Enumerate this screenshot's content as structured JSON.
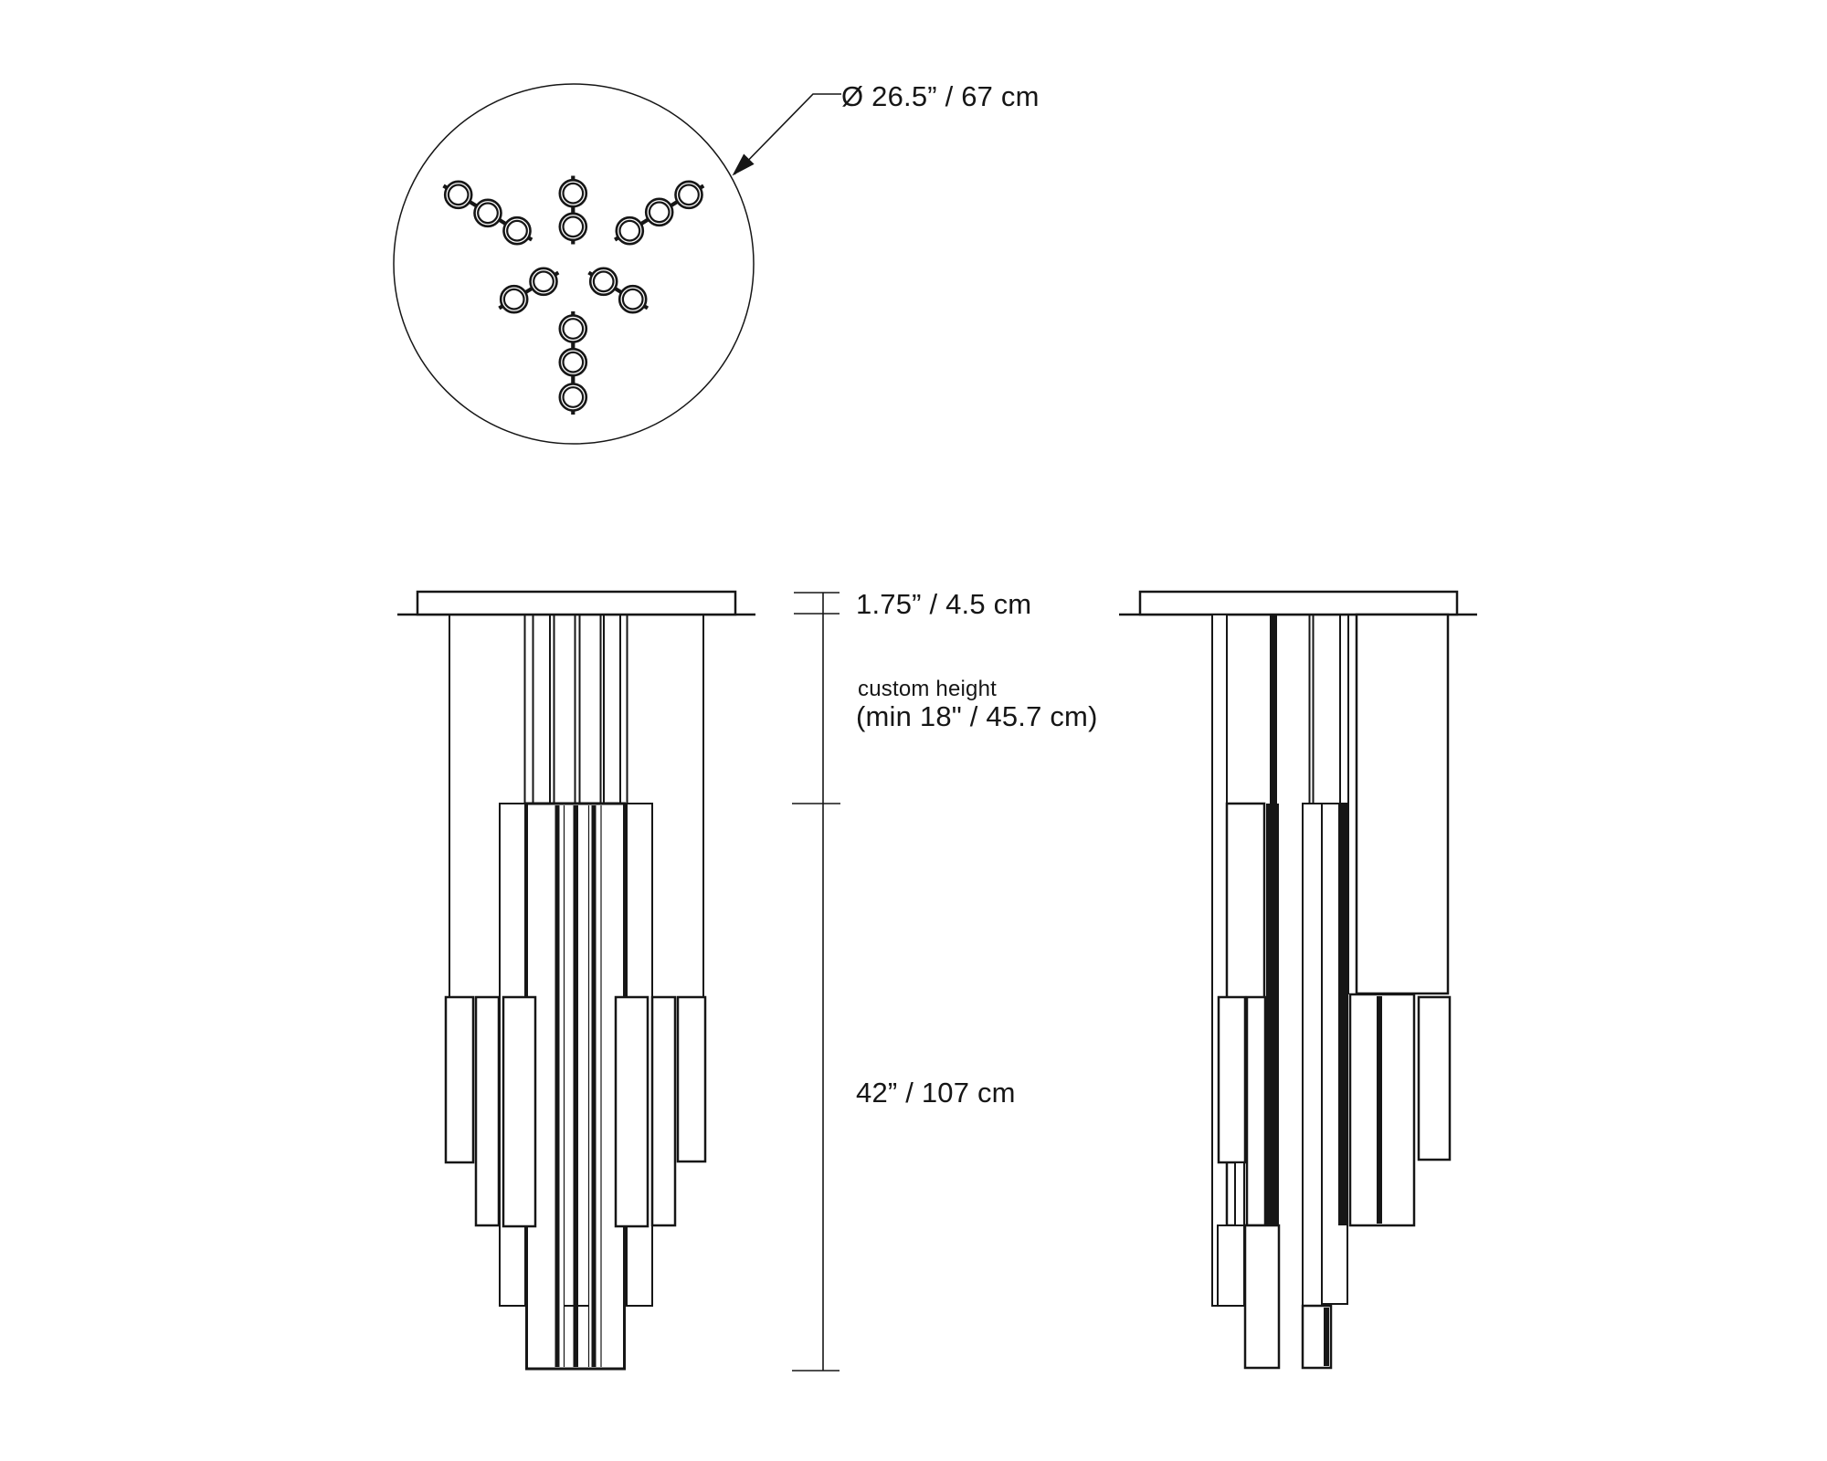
{
  "page": {
    "background_color": "#ffffff",
    "line_color": "#161616",
    "description": "Technical dimension drawing of a cascading tubular chandelier: top view and two elevation views"
  },
  "top_view": {
    "diameter_label": "Ø 26.5” / 67 cm",
    "lights_count": 15,
    "arms": {
      "long_arms": 3,
      "long_arm_lights": 3,
      "short_arms": 3,
      "short_arm_lights": 2
    }
  },
  "dimension_labels": {
    "canopy_height": "1.75” / 4.5 cm",
    "suspension_height_line1": "custom height",
    "suspension_height_line2": "(min 18\" / 45.7 cm)",
    "fixture_height": "42” / 107 cm"
  }
}
